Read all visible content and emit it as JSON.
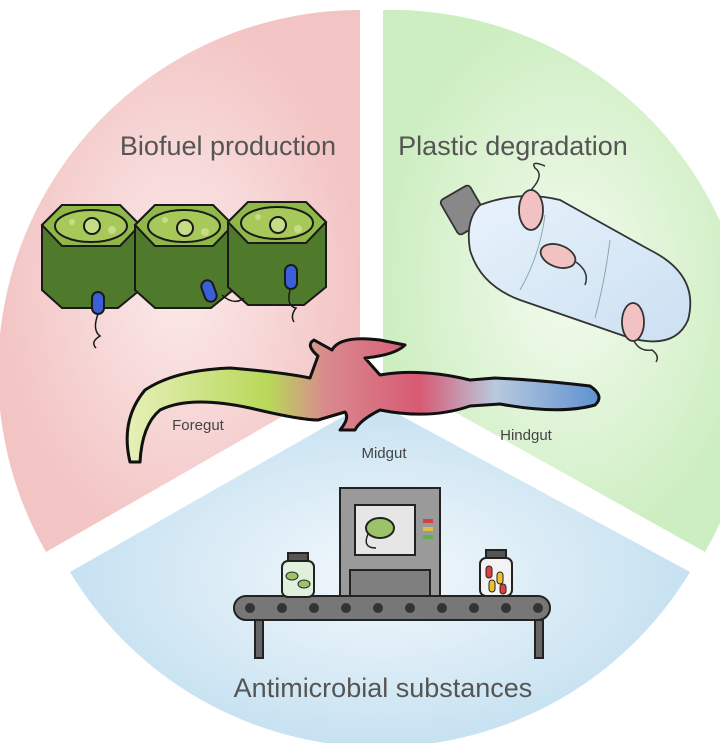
{
  "sections": {
    "biofuel": {
      "title": "Biofuel production",
      "color": "#f2c6c6"
    },
    "plastic": {
      "title": "Plastic degradation",
      "color": "#cdeec0"
    },
    "antimicrobial": {
      "title": "Antimicrobial substances",
      "color": "#c9e3f1"
    }
  },
  "gut": {
    "foregut_label": "Foregut",
    "midgut_label": "Midgut",
    "hindgut_label": "Hindgut",
    "colors": {
      "foregut": "#b9d85a",
      "midgut": "#d9607a",
      "hindgut": "#6c9cd3"
    }
  }
}
